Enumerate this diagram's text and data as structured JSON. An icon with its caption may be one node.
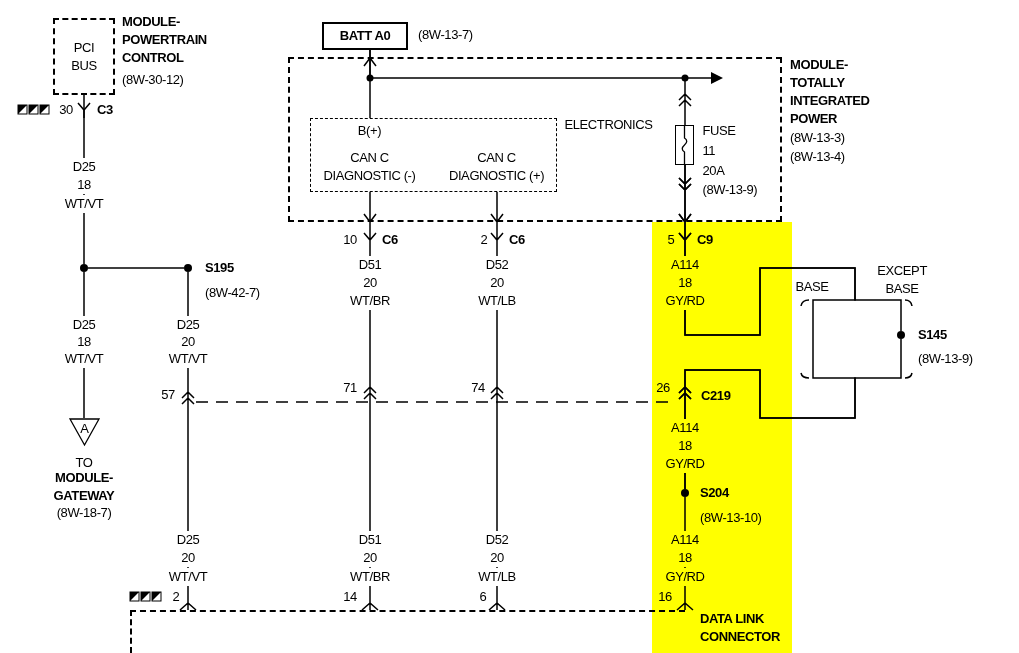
{
  "diagram": {
    "nodes": [
      {
        "text": [
          "PCI BUS",
          "MODULE- POWERTRAIN CONTROL",
          "(8W-30-12)"
        ]
      },
      {
        "text": [
          "BATT A0"
        ],
        "beside": [
          "(8W-13-7)"
        ]
      },
      {
        "text": [
          "MODULE- TOTALLY INTEGRATED POWER",
          "(8W-13-3)",
          "(8W-13-4)"
        ]
      },
      {
        "text": [
          "ELECTRONICS",
          "B(+)",
          "CAN C DIAGNOSTIC (-)",
          "CAN C DIAGNOSTIC (+)"
        ],
        "in": 2
      },
      {
        "text": [],
        "shape": "box",
        "in": 2,
        "beside": [
          "FUSE",
          "11",
          "20A",
          "(8W-13-9)"
        ]
      },
      {
        "text": [],
        "shape": "circle"
      },
      {
        "text": [],
        "shape": "circle",
        "beside": [
          "S195",
          "(8W-42-7)"
        ]
      },
      {
        "text": [
          "A"
        ],
        "beside": [
          "TO",
          "MODULE- GATEWAY",
          "(8W-18-7)"
        ]
      },
      {
        "text": [],
        "shape": "circle",
        "beside": [
          "S145",
          "(8W-13-9)"
        ]
      },
      {
        "text": [],
        "shape": "circle",
        "beside": [
          "S204",
          "(8W-13-10)"
        ]
      },
      {
        "text": [
          "DATA LINK CONNECTOR"
        ]
      }
    ],
    "edges": [
      {
        "from": 0,
        "to": 5,
        "arrow": "none"
      },
      {
        "from": 5,
        "to": 6,
        "arrow": "none"
      },
      {
        "from": 5,
        "to": 7,
        "arrow": "none"
      },
      {
        "from": 6,
        "to": 10,
        "arrow": "to"
      },
      {
        "from": 3,
        "to": 1,
        "arrow": "none"
      },
      {
        "from": 3,
        "to": 10,
        "arrow": "to"
      },
      {
        "from": 3,
        "to": 10,
        "arrow": "to"
      },
      {
        "from": 4,
        "to": 1,
        "arrow": "to"
      },
      {
        "from": 4,
        "to": 8,
        "arrow": "to"
      },
      {
        "from": 4,
        "to": 9,
        "arrow": "to"
      },
      {
        "from": 8,
        "to": 9,
        "arrow": "to"
      },
      {
        "from": 9,
        "to": 10,
        "arrow": "other"
      }
    ],
    "labels": [
      "30",
      "C3",
      "D25",
      "18",
      "WT/VT",
      "10",
      "C6",
      "2",
      "C6",
      "5",
      "C9",
      "D51",
      "20",
      "WT/BR",
      "D52",
      "20",
      "WT/LB",
      "A114",
      "18",
      "GY/RD",
      "D25",
      "18",
      "WT/VT",
      "D25",
      "20",
      "WT/VT",
      "EXCEPT BASE",
      "BASE",
      "71",
      "74",
      "26",
      "57",
      "C219",
      "A114",
      "18",
      "GY/RD",
      "D25",
      "20",
      "WT/VT",
      "D51",
      "20",
      "WT/BR",
      "D52",
      "20",
      "WT/LB",
      "A114",
      "18",
      "GY/RD",
      "2",
      "14",
      "6",
      "16"
    ]
  }
}
